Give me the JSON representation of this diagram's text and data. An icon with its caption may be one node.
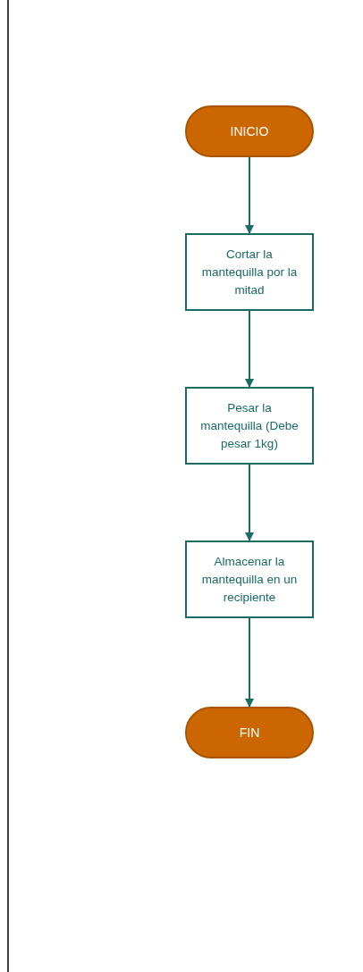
{
  "diagram": {
    "nodes": [
      {
        "text": [
          "INICIO"
        ]
      },
      {
        "text": [
          "Cortar la mantequilla por la mitad"
        ]
      },
      {
        "text": [
          "Pesar la mantequilla (Debe pesar 1kg)"
        ]
      },
      {
        "text": [
          "Almacenar la mantequilla en un recipiente"
        ]
      },
      {
        "text": [
          "FIN"
        ]
      }
    ],
    "edges": [
      {
        "from": 0,
        "to": 1,
        "arrow": "to"
      },
      {
        "from": 1,
        "to": 2,
        "arrow": "to"
      },
      {
        "from": 2,
        "to": 3,
        "arrow": "to"
      },
      {
        "from": 3,
        "to": 4,
        "arrow": "to"
      }
    ]
  }
}
